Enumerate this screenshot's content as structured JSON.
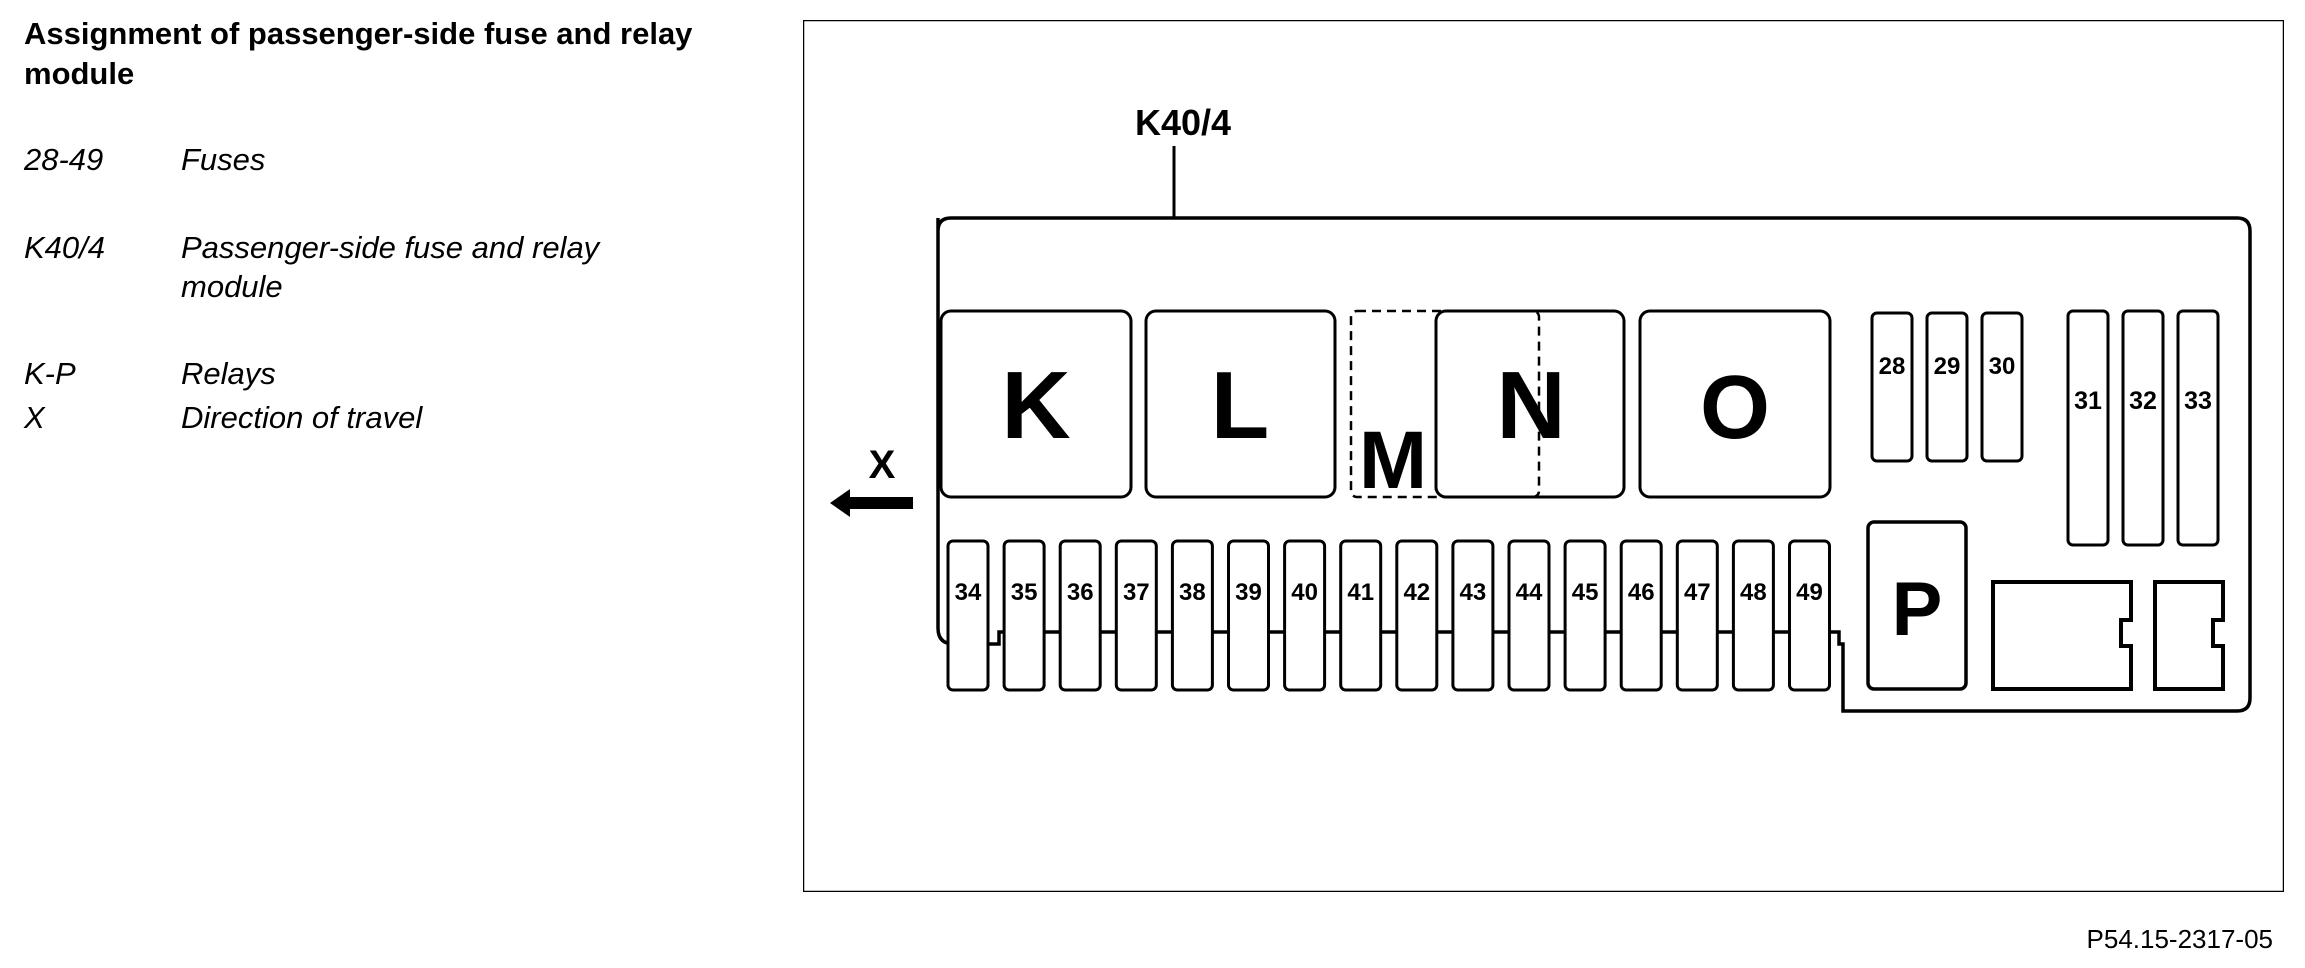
{
  "title": "Assignment of passenger-side fuse and relay module",
  "legend": [
    {
      "key": "28-49",
      "desc": "Fuses"
    },
    {
      "key": "K40/4",
      "desc": "Passenger-side fuse and relay module"
    },
    {
      "key": "K-P",
      "desc": "Relays"
    },
    {
      "key": "X",
      "desc": "Direction of travel"
    }
  ],
  "diagram": {
    "module_label": "K40/4",
    "direction_label": "X",
    "relays_top": [
      "K",
      "L",
      "M",
      "N",
      "O"
    ],
    "relay_bottom": "P",
    "fuses_upper_small": [
      "28",
      "29",
      "30"
    ],
    "fuses_upper_tall": [
      "31",
      "32",
      "33"
    ],
    "fuses_lower": [
      "34",
      "35",
      "36",
      "37",
      "38",
      "39",
      "40",
      "41",
      "42",
      "43",
      "44",
      "45",
      "46",
      "47",
      "48",
      "49"
    ]
  },
  "figure_id": "P54.15-2317-05"
}
